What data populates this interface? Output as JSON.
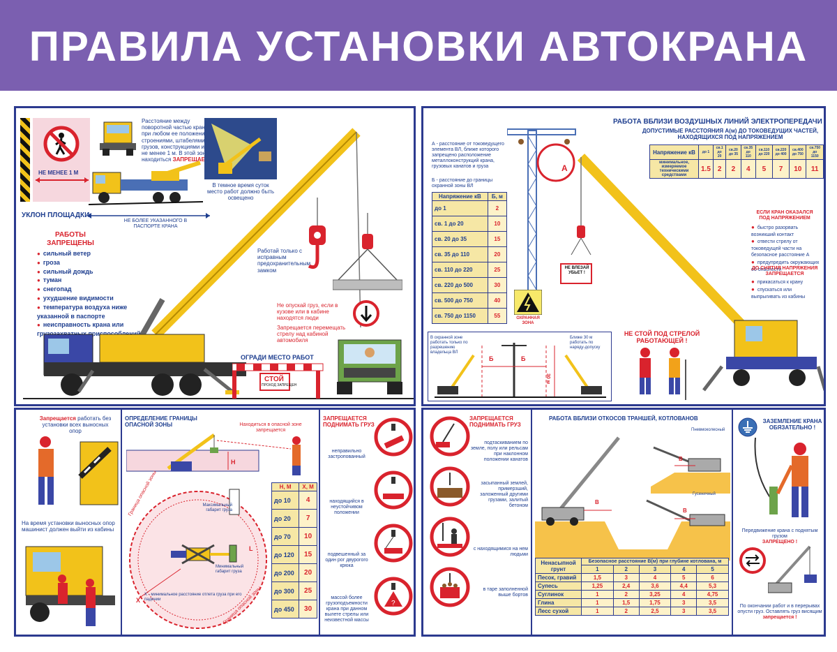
{
  "title": "ПРАВИЛА УСТАНОВКИ АВТОКРАНА",
  "colors": {
    "banner": "#7b5fb0",
    "frame": "#2c3a8f",
    "crane_yellow": "#f2c21a",
    "danger_red": "#d9232d",
    "text_blue": "#1e3e8f"
  },
  "top_left": {
    "not_less": "НЕ МЕНЕЕ 1 М",
    "distance_note": "Расстояние между поворотной частью крана при любом ее положении и строениями, штабелями грузов, конструкциями и т.п. - не менее 1 м. В этой зоне находиться",
    "distance_forbidden": "ЗАПРЕЩАЕТСЯ",
    "night_note": "В темное время суток место работ должно быть освещено",
    "slope_label": "УКЛОН ПЛОЩАДКИ",
    "slope_note": "НЕ БОЛЕЕ УКАЗАННОГО В ПАСПОРТЕ КРАНА",
    "forbidden_title": "РАБОТЫ ЗАПРЕЩЕНЫ",
    "forbidden_items": [
      "сильный ветер",
      "гроза",
      "сильный дождь",
      "туман",
      "снегопад",
      "ухудшение видимости",
      "температура воздуха ниже указанной в паспорте",
      "неисправность крана или грузозахватных приспособлений"
    ],
    "hook_note": "Работай только с исправным предохранительным замком",
    "no_lower_note": "Не опускай груз, если в кузове или в кабине находятся люди",
    "no_move_note": "Запрещается перемещать стрелу над кабиной автомобиля",
    "fence_label": "ОГРАДИ МЕСТО РАБОТ",
    "stop_sign": "СТОЙ",
    "stop_sub": "ПРОХОД ЗАПРЕЩЕН"
  },
  "top_right": {
    "title": "РАБОТА ВБЛИЗИ ВОЗДУШНЫХ ЛИНИЙ ЭЛЕКТРОПЕРЕДАЧИ",
    "subtitle": "ДОПУСТИМЫЕ РАССТОЯНИЯ А(м) ДО ТОКОВЕДУЩИХ ЧАСТЕЙ, НАХОДЯЩИХСЯ ПОД НАПРЯЖЕНИЕМ",
    "a_def": "А - расстояние от токоведущего элемента ВЛ, ближе которого запрещено расположение металлоконструкций крана, грузовых канатов и груза",
    "b_def": "Б - расстояние до границы охранной зоны ВЛ",
    "voltage_table": {
      "headers": [
        "Напряжение кВ",
        "до 1",
        "св.1 до 20",
        "св.20 до 35",
        "св.35 до 110",
        "св.110 до 220",
        "св.220 до 400",
        "св.400 до 750",
        "св.750 до 1150"
      ],
      "row_label": "минимальное, измеряемое техническими средствами",
      "values": [
        "1.5",
        "2",
        "2",
        "4",
        "5",
        "7",
        "10",
        "11"
      ]
    },
    "b_table": {
      "headers": [
        "Напряжение кВ",
        "Б, м"
      ],
      "rows": [
        [
          "до 1",
          "2"
        ],
        [
          "св. 1   до 20",
          "10"
        ],
        [
          "св. 20  до 35",
          "15"
        ],
        [
          "св. 35  до 110",
          "20"
        ],
        [
          "св. 110 до 220",
          "25"
        ],
        [
          "св. 220 до 500",
          "30"
        ],
        [
          "св. 500 до 750",
          "40"
        ],
        [
          "св. 750 до 1150",
          "55"
        ]
      ]
    },
    "sign_a": "А",
    "danger_sign": "НЕ ВЛЕЗАЙ УБЬЕТ !",
    "zone_sign": "ОХРАННАЯ ЗОНА",
    "energized_title": "ЕСЛИ КРАН ОКАЗАЛСЯ ПОД НАПРЯЖЕНИЕМ",
    "energized_items": [
      "быстро разорвать возникший контакт",
      "отвести стрелу от токоведущей части на безопасное расстояние А",
      "предупредить окружающих об опасности"
    ],
    "before_off_title": "ДО СНЯТИЯ НАПРЯЖЕНИЯ ЗАПРЕЩАЕТСЯ",
    "before_off_items": [
      "прикасаться к крану",
      "спускаться или выпрыгивать из кабины"
    ],
    "guarded_zone_note": "В охранной зоне работать только по разрешению владельца ВЛ",
    "near_30_note": "Ближе 30 м работать по наряду-допуску",
    "label_b": "Б",
    "label_30": "30 м",
    "dont_stand": "НЕ СТОЙ ПОД СТРЕЛОЙ РАБОТАЮЩЕЙ !"
  },
  "bottom_left": {
    "outrigger_note_red": "Запрещается",
    "outrigger_note": "работать без установки всех выносных опор",
    "operator_note": "На время установки выносных опор машинист должен выйти из кабины",
    "danger_zone_title": "ОПРЕДЕЛЕНИЕ ГРАНИЦЫ ОПАСНОЙ ЗОНЫ",
    "in_zone_note": "Находиться в опасной зоне запрещается",
    "label_h": "H",
    "label_l": "L",
    "label_x": "X",
    "max_load": "Максимальный габарит груза",
    "min_load": "Минимальный габарит груза",
    "x_note": "X - минимальное расстояние отлета груза при его падении",
    "zone_border_1": "Граница опасной зоны",
    "zone_border_2": "Граница опасной зоны",
    "hx_table": {
      "headers": [
        "Н, М",
        "Х, М"
      ],
      "rows": [
        [
          "до 10",
          "4"
        ],
        [
          "до 20",
          "7"
        ],
        [
          "до 70",
          "10"
        ],
        [
          "до 120",
          "15"
        ],
        [
          "до 200",
          "20"
        ],
        [
          "до 300",
          "25"
        ],
        [
          "до 450",
          "30"
        ]
      ]
    },
    "lift_title": "ЗАПРЕЩАЕТСЯ ПОДНИМАТЬ ГРУЗ",
    "lift_items": [
      "неправильно застропованный",
      "находящийся в неустойчивом положении",
      "подвешенный за один рог двурогого крюка",
      "массой более грузоподъемности крана при данном вылете стрелы или неизвестной массы"
    ]
  },
  "bottom_right": {
    "lift_title": "ЗАПРЕЩАЕТСЯ ПОДНИМАТЬ ГРУЗ",
    "lift_items": [
      "подтаскиванием по земле, полу или рельсам при наклонном положении канатов",
      "засыпанный землей, примерзший, заложенный другими грузами, залитый бетоном",
      "с находящимися на нем людьми",
      "в таре заполненной выше бортов"
    ],
    "slopes_title": "РАБОТА ВБЛИЗИ ОТКОСОВ ТРАНШЕЙ, КОТЛОВАНОВ",
    "pneumo": "Пневмоколесный",
    "crawler": "Гусеничный",
    "label_b": "В",
    "soil_table": {
      "corner": "Ненасыпной грунт",
      "span_header": "Безопасное расстояние В(м) при глубине котлована, м",
      "depths": [
        "1",
        "2",
        "3",
        "4",
        "5"
      ],
      "rows": [
        [
          "Песок, гравий",
          "1,5",
          "3",
          "4",
          "5",
          "6"
        ],
        [
          "Супесь",
          "1,25",
          "2,4",
          "3,6",
          "4,4",
          "5,3"
        ],
        [
          "Суглинок",
          "1",
          "2",
          "3,25",
          "4",
          "4,75"
        ],
        [
          "Глина",
          "1",
          "1,5",
          "1,75",
          "3",
          "3,5"
        ],
        [
          "Лесс сухой",
          "1",
          "2",
          "2,5",
          "3",
          "3,5"
        ]
      ]
    },
    "ground_title": "ЗАЗЕМЛЕНИЕ КРАНА ОБЯЗАТЕЛЬНО !",
    "move_note": "Передвижение крана с поднятым грузом",
    "move_forbidden": "ЗАПРЕЩЕНО !",
    "end_note": "По окончании работ и в перерывах опусти груз. Оставлять груз висящим",
    "end_forbidden": "запрещается !"
  }
}
